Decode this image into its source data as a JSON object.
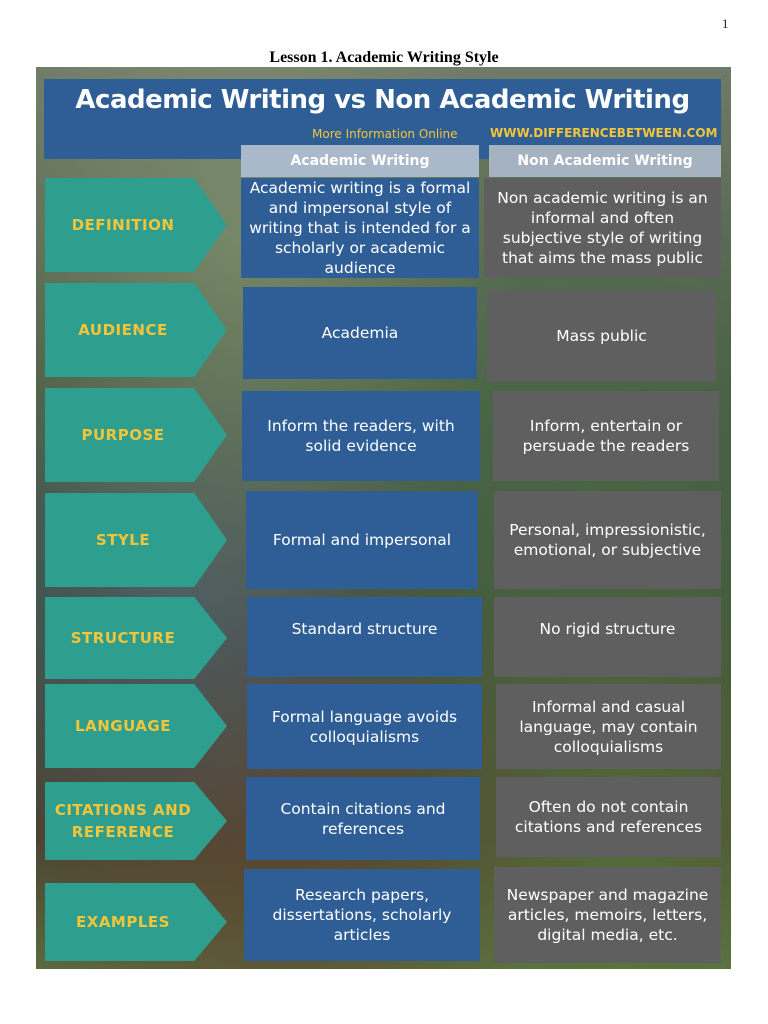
{
  "page_number": "1",
  "lesson_title": "Lesson 1. Academic Writing Style",
  "infographic": {
    "title": "Academic Writing vs Non Academic Writing",
    "more_info": "More Information  Online",
    "site": "WWW.DIFFERENCEBETWEEN.COM",
    "columns": [
      "Academic Writing",
      "Non Academic Writing"
    ],
    "rows": [
      {
        "label": "DEFINITION",
        "academic": "Academic writing is a formal and impersonal style of writing that is intended for a scholarly or academic audience",
        "nonacademic": "Non academic writing is an informal and often subjective style of writing that aims the mass public"
      },
      {
        "label": "AUDIENCE",
        "academic": "Academia",
        "nonacademic": "Mass public"
      },
      {
        "label": "PURPOSE",
        "academic": "Inform the readers, with solid evidence",
        "nonacademic": "Inform, entertain or persuade the readers"
      },
      {
        "label": "STYLE",
        "academic": "Formal and impersonal",
        "nonacademic": "Personal, impressionistic, emotional, or subjective"
      },
      {
        "label": "STRUCTURE",
        "academic": "Standard structure",
        "nonacademic": "No rigid structure"
      },
      {
        "label": "LANGUAGE",
        "academic": "Formal language avoids colloquialisms",
        "nonacademic": "Informal and casual language, may contain colloquialisms"
      },
      {
        "label": "CITATIONS AND REFERENCE",
        "academic": "Contain citations and references",
        "nonacademic": "Often do not contain citations and references"
      },
      {
        "label": "EXAMPLES",
        "academic": "Research papers, dissertations, scholarly articles",
        "nonacademic": "Newspaper and magazine articles, memoirs, letters, digital media, etc."
      }
    ]
  }
}
